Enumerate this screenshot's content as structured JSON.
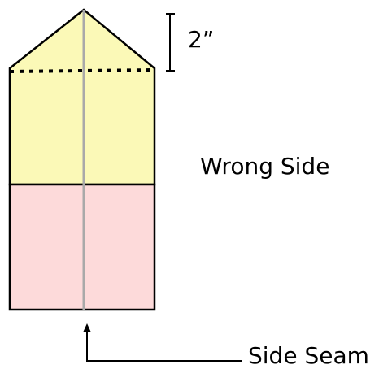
{
  "labels": {
    "measurement": "2”",
    "wrong_side": "Wrong Side",
    "side_seam": "Side Seam"
  },
  "colors": {
    "top_fill": "#fbf9b7",
    "bottom_fill": "#fddada",
    "outline": "#000000",
    "seam_line": "#a9a9a9",
    "fold_line": "#000000"
  }
}
